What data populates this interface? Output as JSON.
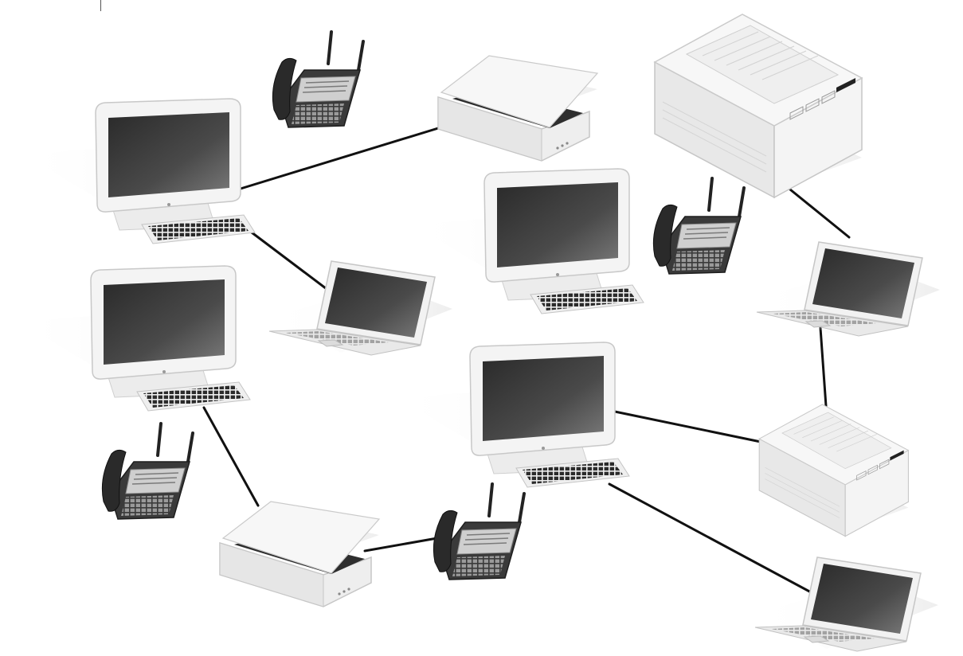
{
  "diagram": {
    "nodes": [
      {
        "id": "monitor-1",
        "type": "desktop"
      },
      {
        "id": "monitor-2",
        "type": "desktop"
      },
      {
        "id": "monitor-3",
        "type": "desktop"
      },
      {
        "id": "monitor-4",
        "type": "desktop"
      },
      {
        "id": "laptop-1",
        "type": "laptop"
      },
      {
        "id": "laptop-2",
        "type": "laptop"
      },
      {
        "id": "laptop-3",
        "type": "laptop"
      },
      {
        "id": "scanner-1",
        "type": "scanner"
      },
      {
        "id": "scanner-2",
        "type": "scanner"
      },
      {
        "id": "printer-1",
        "type": "printer"
      },
      {
        "id": "printer-2",
        "type": "printer"
      },
      {
        "id": "phone-1",
        "type": "cordless-phone"
      },
      {
        "id": "phone-2",
        "type": "cordless-phone"
      },
      {
        "id": "phone-3",
        "type": "cordless-phone"
      },
      {
        "id": "phone-4",
        "type": "cordless-phone"
      }
    ],
    "edges": [
      {
        "from": "monitor-1",
        "to": "scanner-1"
      },
      {
        "from": "monitor-1",
        "to": "laptop-1"
      },
      {
        "from": "printer-1",
        "to": "laptop-2"
      },
      {
        "from": "laptop-2",
        "to": "printer-2"
      },
      {
        "from": "monitor-4",
        "to": "printer-2"
      },
      {
        "from": "monitor-4",
        "to": "laptop-3"
      },
      {
        "from": "monitor-2",
        "to": "scanner-2"
      },
      {
        "from": "scanner-2",
        "to": "phone-4"
      }
    ],
    "colors": {
      "background": "#ffffff",
      "device_body": "#f1f1f1",
      "device_edge": "#c9c9c9",
      "screen": "#3c3c3c",
      "keys": "#2b2b2b",
      "connection": "#111111"
    }
  }
}
